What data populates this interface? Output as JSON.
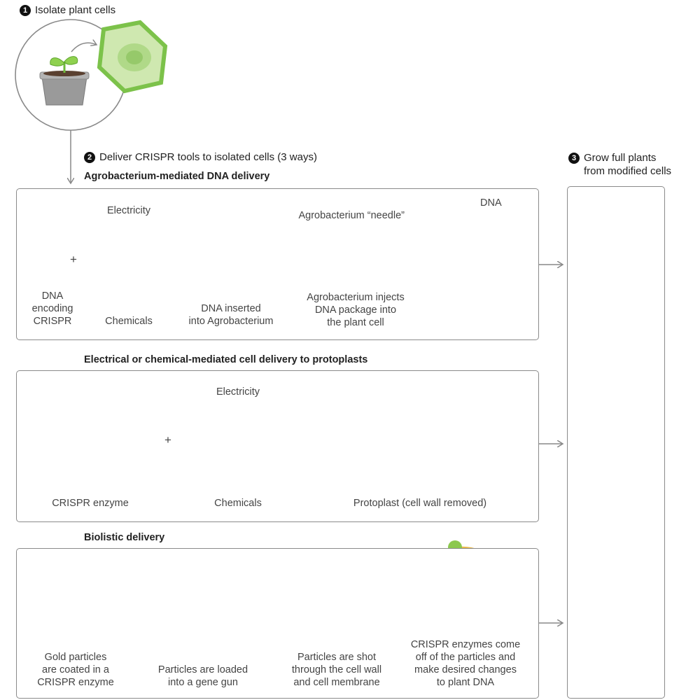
{
  "steps": {
    "one": {
      "num": "1",
      "text": "Isolate plant cells"
    },
    "two": {
      "num": "2",
      "text": "Deliver CRISPR tools to isolated cells (3 ways)"
    },
    "three": {
      "num": "3",
      "text_line1": "Grow full plants",
      "text_line2": "from modified cells"
    }
  },
  "agro": {
    "heading": "Agrobacterium-mediated DNA delivery",
    "electricity": "Electricity",
    "chemicals": "Chemicals",
    "plus": "+",
    "dna_label": [
      "DNA",
      "encoding",
      "CRISPR"
    ],
    "inserted_label": [
      "DNA inserted",
      "into Agrobacterium"
    ],
    "needle_label": "Agrobacterium “needle”",
    "dna_callout": "DNA",
    "injects_label": [
      "Agrobacterium injects",
      "DNA package into",
      "the plant cell"
    ]
  },
  "proto": {
    "heading": "Electrical or chemical-mediated cell delivery to protoplasts",
    "electricity": "Electricity",
    "chemicals": "Chemicals",
    "plus": "+",
    "enzyme_label": "CRISPR enzyme",
    "protoplast_label": "Protoplast (cell wall removed)"
  },
  "bio": {
    "heading": "Biolistic delivery",
    "gold_label": [
      "Gold particles",
      "are coated in a",
      "CRISPR enzyme"
    ],
    "gun_label": [
      "Particles are loaded",
      "into a gene gun"
    ],
    "shot_label": [
      "Particles are shot",
      "through the cell wall",
      "and cell membrane"
    ],
    "enzymes_label": [
      "CRISPR enzymes come",
      "off of the particles and",
      "make desired changes",
      "to plant DNA"
    ]
  },
  "colors": {
    "cell_fill": "#cfe8b0",
    "cell_stroke": "#7cc24a",
    "blue": "#2a8fe0",
    "red": "#e8262a",
    "gold": "#e9b94a",
    "pot": "#9a9a9a"
  }
}
